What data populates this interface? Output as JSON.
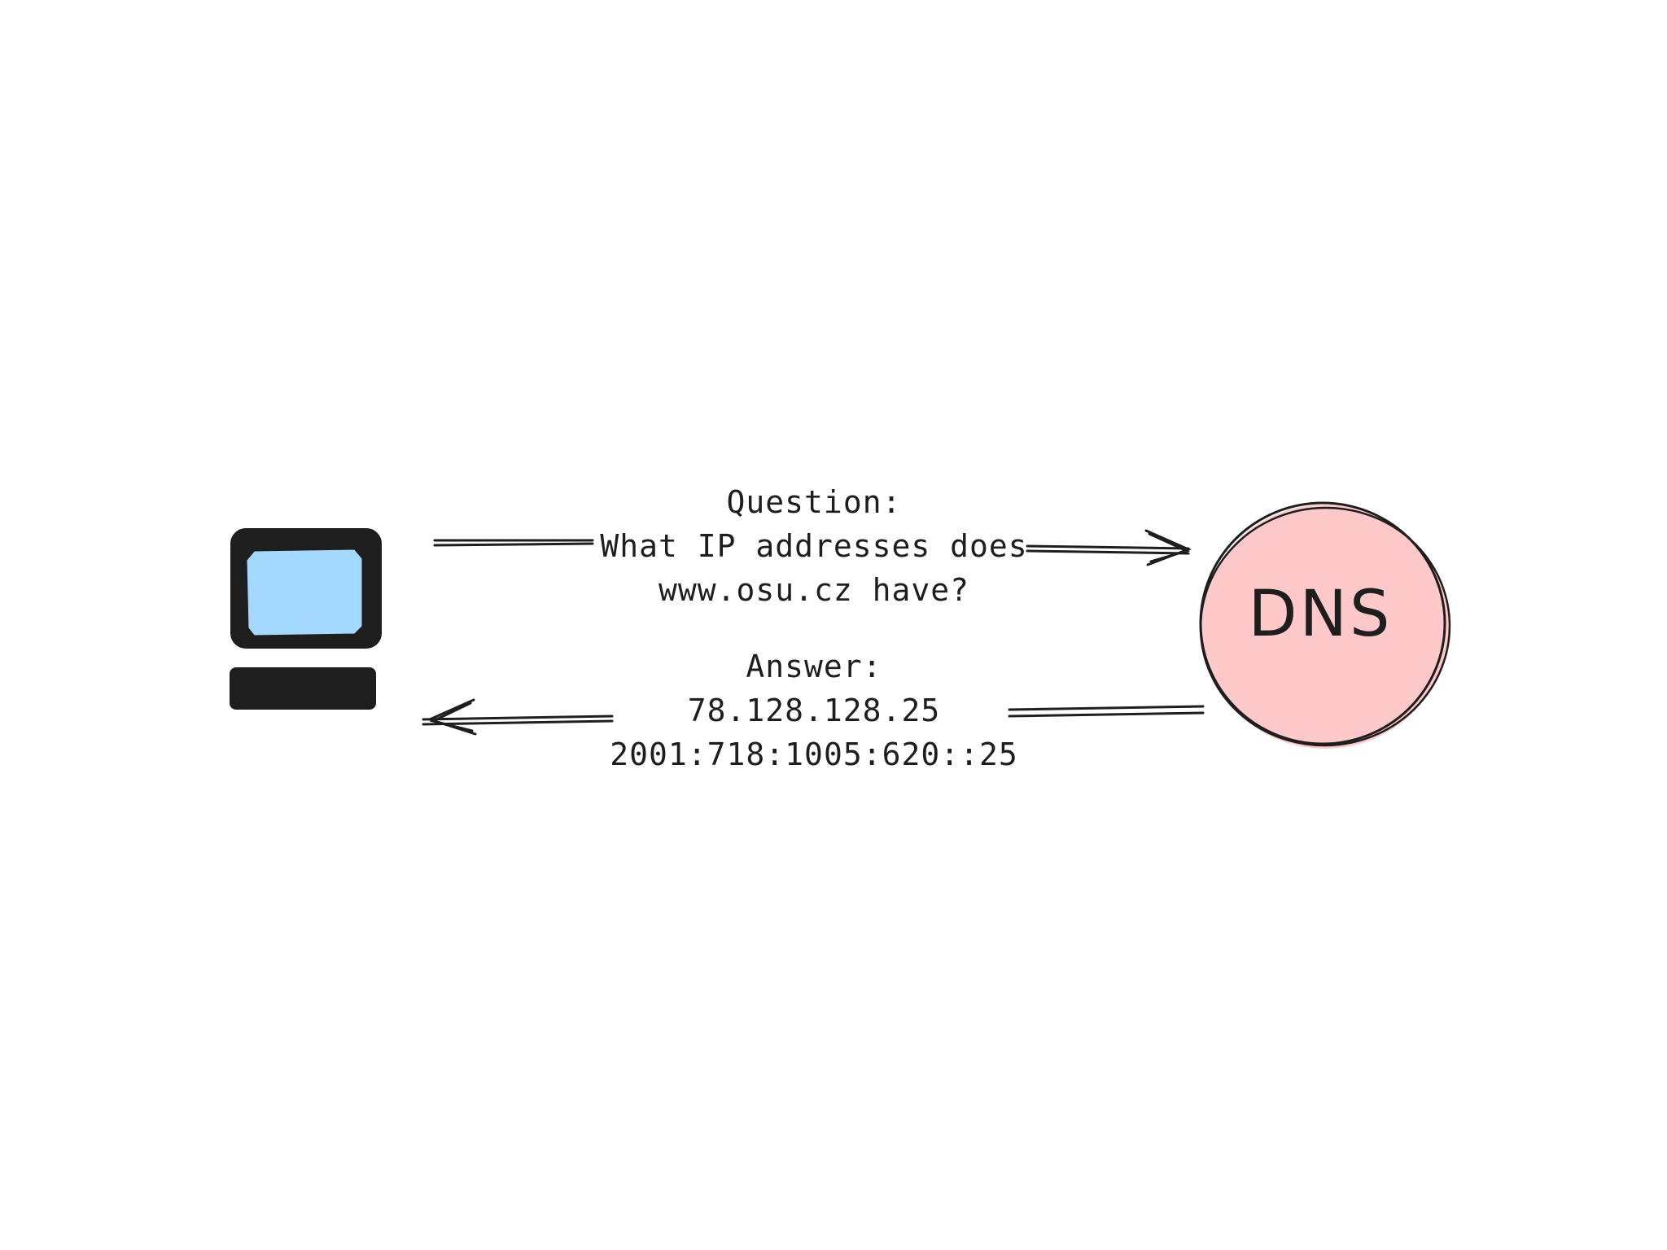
{
  "diagram": {
    "client": {
      "screen_color": "#a5d8ff",
      "frame_color": "#1e1e1e"
    },
    "dns_server": {
      "label": "DNS",
      "fill_color": "#ffc9c9",
      "stroke_color": "#1e1e1e"
    },
    "question": {
      "lines": [
        "Question:",
        "What IP addresses does",
        "www.osu.cz have?"
      ]
    },
    "answer": {
      "lines": [
        "Answer:",
        "78.128.128.25",
        "2001:718:1005:620::25"
      ]
    }
  }
}
